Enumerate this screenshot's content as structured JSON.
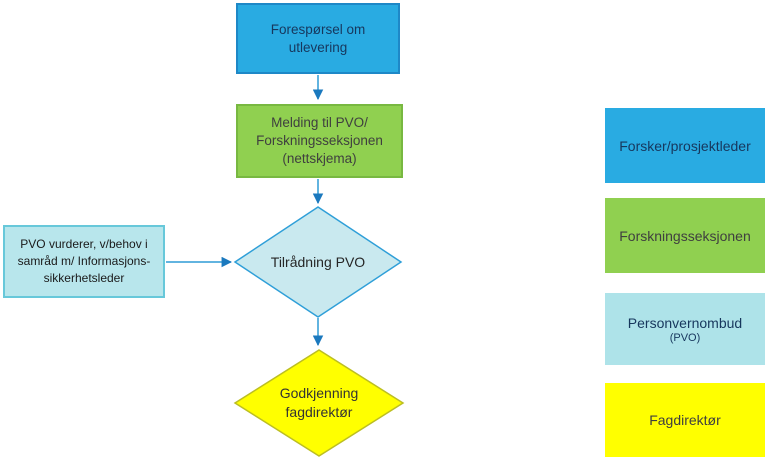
{
  "flowchart": {
    "nodes": {
      "request": {
        "lines": [
          "Forespørsel om",
          "utlevering"
        ]
      },
      "notification": {
        "lines": [
          "Melding til PVO/",
          "Forskningsseksjonen",
          "(nettskjema)"
        ]
      },
      "advisory_note": {
        "lines": [
          "PVO vurderer, v/behov i",
          "samråd m/ Informasjons-",
          "sikkerhetsleder"
        ]
      },
      "recommendation": {
        "label": "Tilrådning PVO"
      },
      "approval": {
        "lines": [
          "Godkjenning",
          "fagdirektør"
        ]
      }
    }
  },
  "legend": {
    "items": [
      {
        "label": "Forsker/prosjektleder",
        "color": "#29ABE2"
      },
      {
        "label": "Forskningsseksjonen",
        "color": "#90D050"
      },
      {
        "label": "Personvernombud",
        "sublabel": "(PVO)",
        "color": "#AEE3E9"
      },
      {
        "label": "Fagdirektør",
        "color": "#FFFF00"
      }
    ]
  },
  "colors": {
    "researcher_blue": "#29ABE2",
    "research_green": "#90D050",
    "pvo_legend_cyan": "#AEE3E9",
    "pvo_box_cyan": "#B8E6EC",
    "pvo_diamond_cyan": "#C9E9EF",
    "director_yellow": "#FFFF00",
    "diamond_yellow_border": "#BCBE22",
    "arrow_blue": "#1B79BE",
    "connector_blue": "#2E9BD6",
    "navy_text": "#17375D",
    "dark_text": "#3F3F3F"
  }
}
